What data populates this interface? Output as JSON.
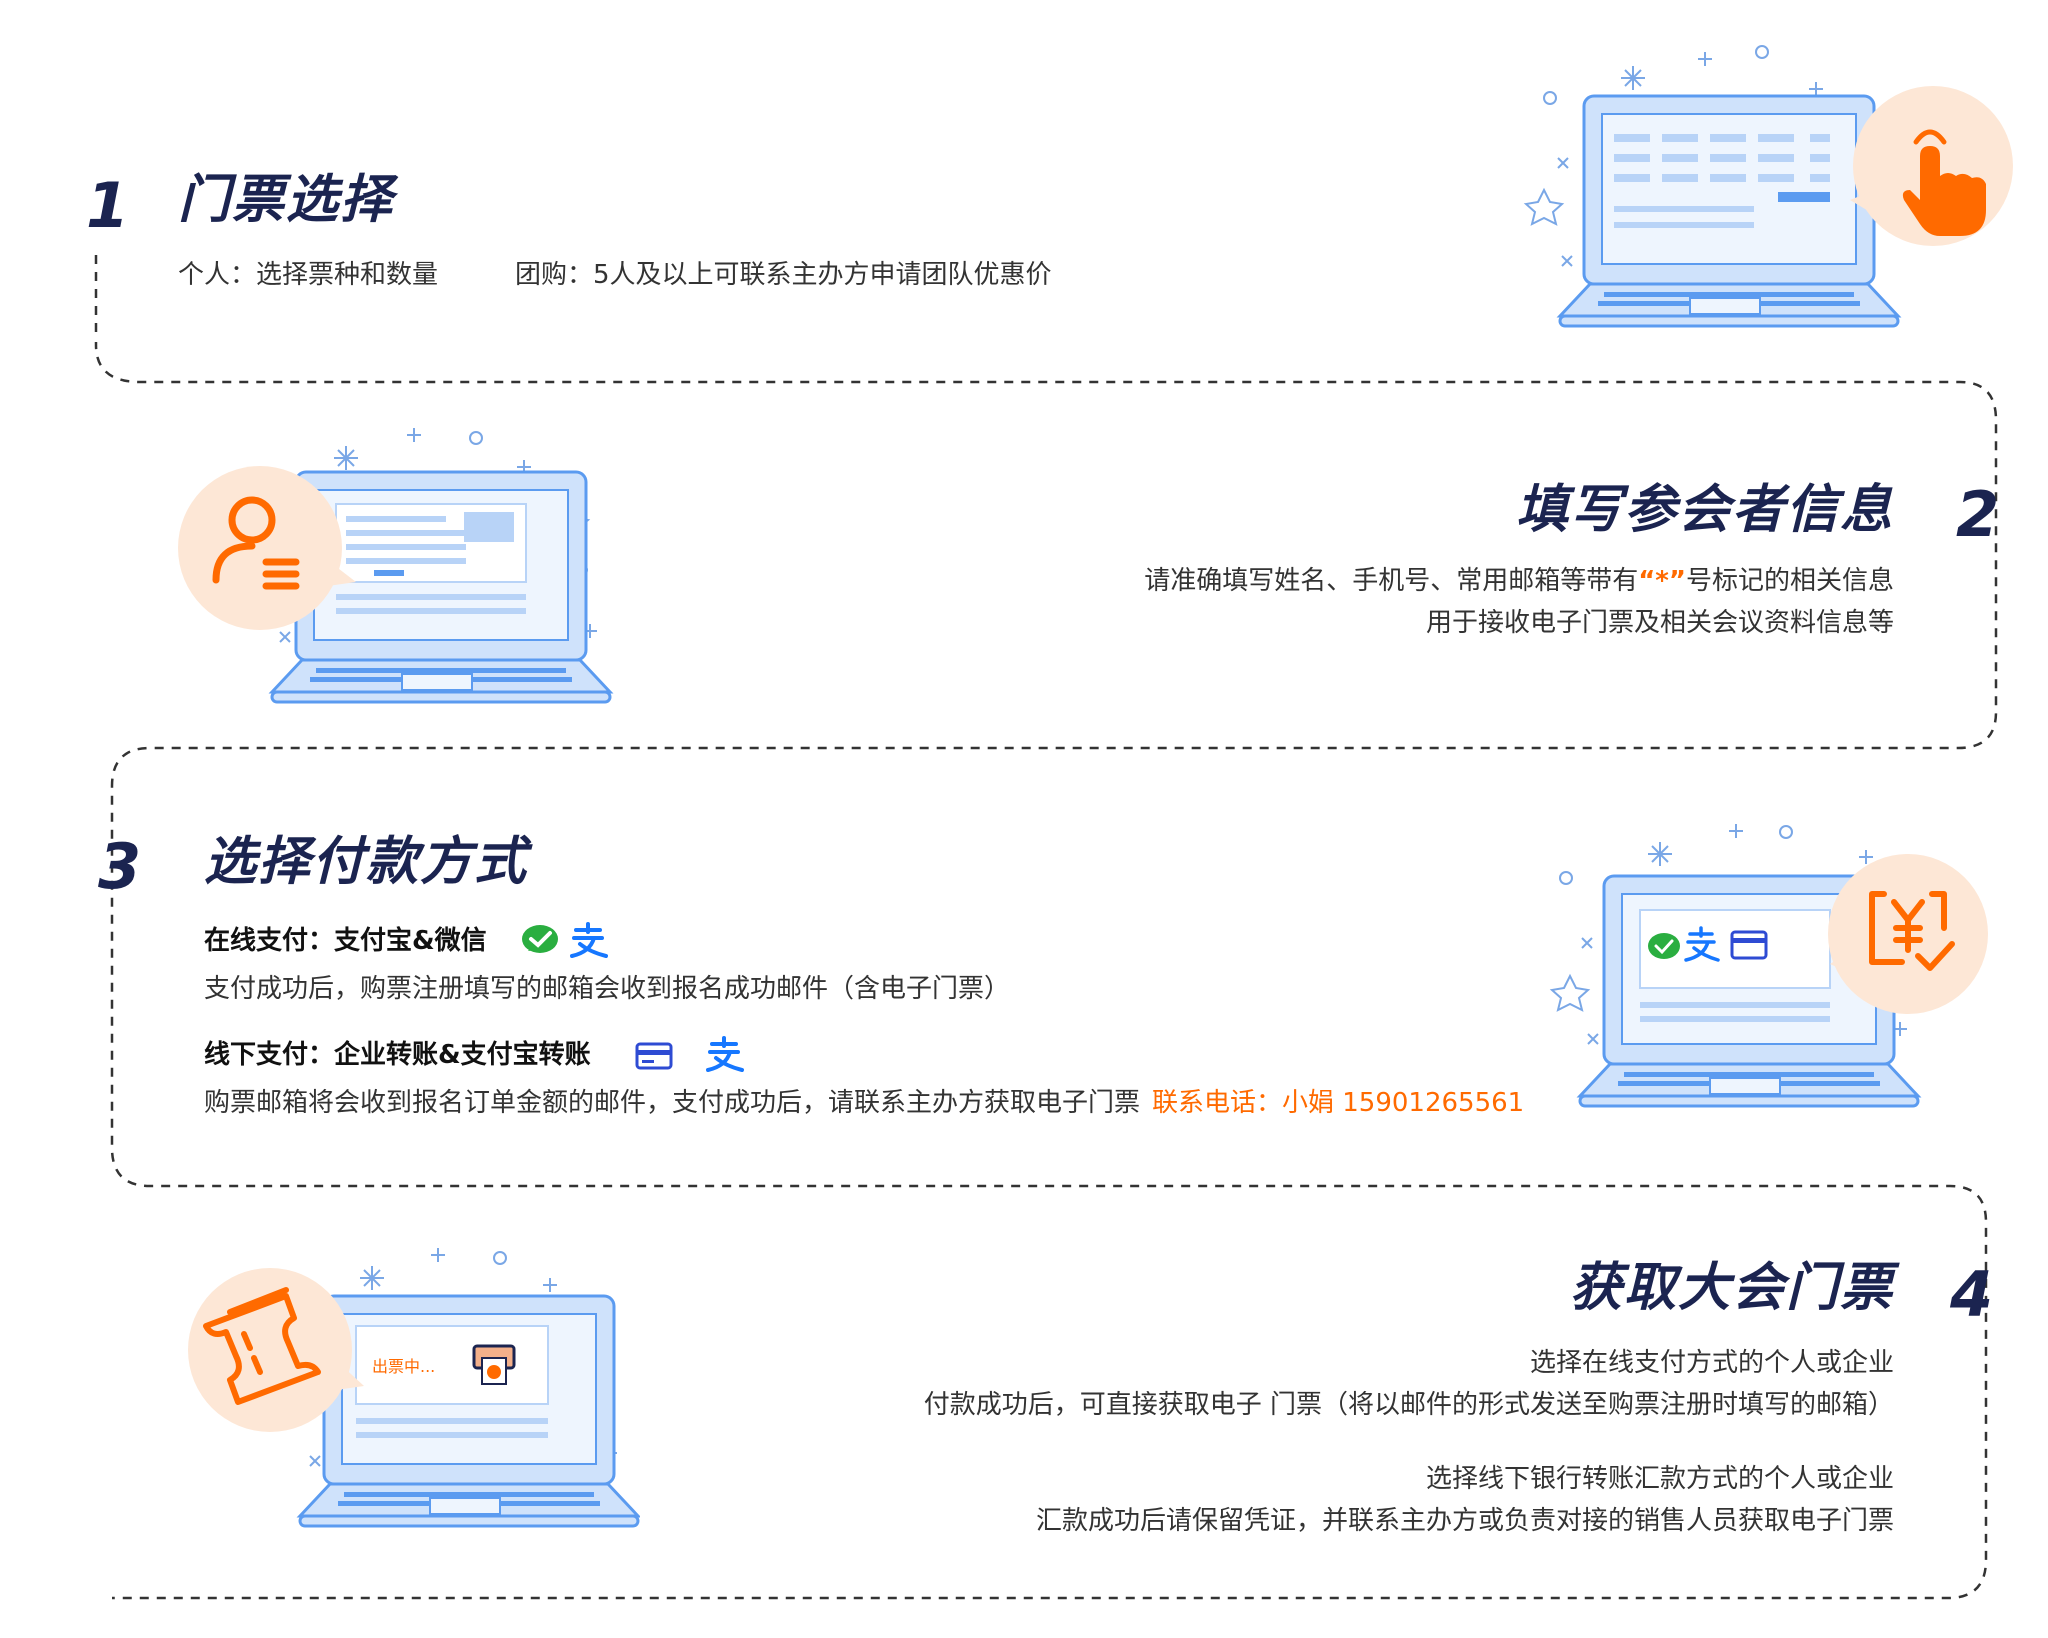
{
  "colors": {
    "navy": "#1b2450",
    "accent_orange": "#ff6a00",
    "laptop_blue": "#5b9bf0",
    "bubble_peach": "#fde7d6"
  },
  "steps": [
    {
      "number": "1",
      "title": "门票选择",
      "lines": [
        "个人：选择票种和数量",
        "团购：5人及以上可联系主办方申请团队优惠价"
      ],
      "icon": "hand-tap-icon"
    },
    {
      "number": "2",
      "title": "填写参会者信息",
      "line1_before": "请准确填写姓名、手机号、常用邮箱等带有",
      "line1_highlight": "“*”",
      "line1_after": "号标记的相关信息",
      "line2": "用于接收电子门票及相关会议资料信息等",
      "icon": "user-form-icon"
    },
    {
      "number": "3",
      "title": "选择付款方式",
      "online_title": "在线支付：支付宝&微信",
      "online_desc": "支付成功后，购票注册填写的邮箱会收到报名成功邮件（含电子门票）",
      "offline_title": "线下支付：企业转账&支付宝转账",
      "offline_desc": "购票邮箱将会收到报名订单金额的邮件，支付成功后，请联系主办方获取电子门票",
      "contact": "联系电话：小娟 15901265561",
      "icon": "yuan-receipt-icon"
    },
    {
      "number": "4",
      "title": "获取大会门票",
      "lines": [
        "选择在线支付方式的个人或企业",
        "付款成功后，可直接获取电子 门票（将以邮件的形式发送至购票注册时填写的邮箱）",
        "选择线下银行转账汇款方式的个人或企业",
        "汇款成功后请保留凭证，并联系主办方或负责对接的销售人员获取电子门票"
      ],
      "screen_text": "出票中...",
      "icon": "ticket-icon"
    }
  ]
}
